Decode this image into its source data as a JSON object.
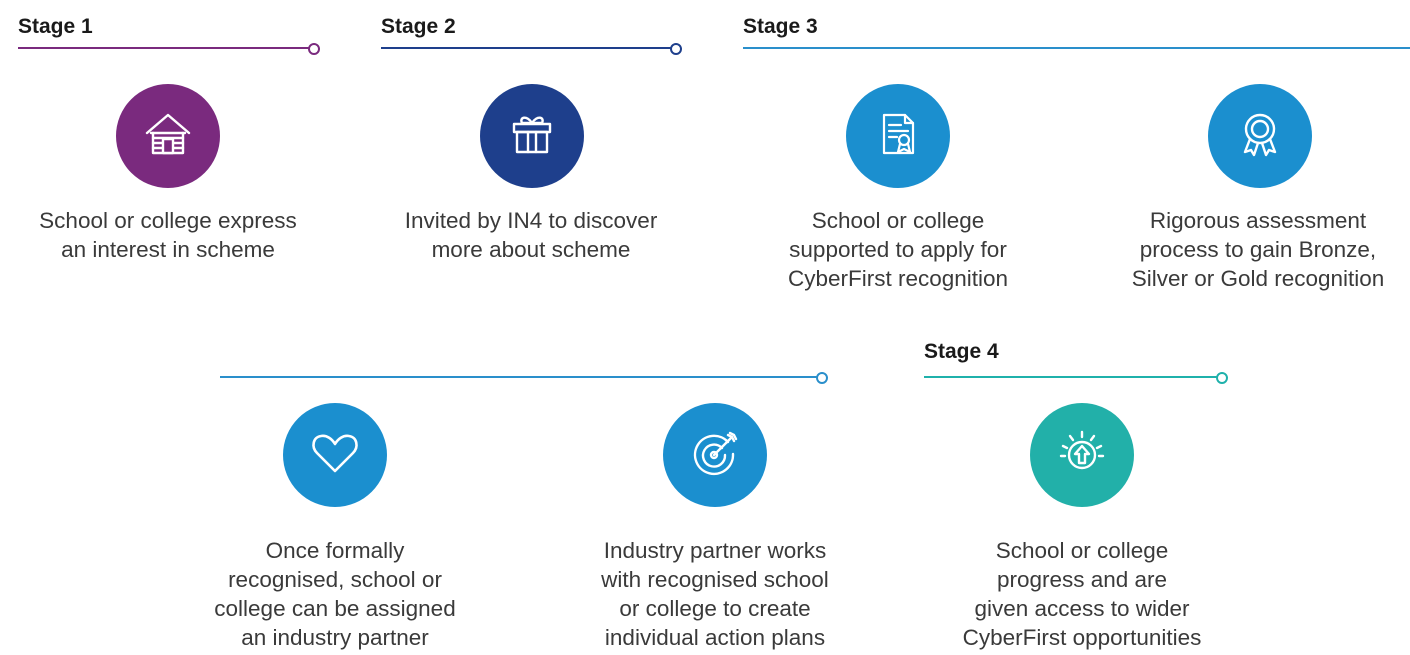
{
  "stages": {
    "stage1": {
      "label": "Stage 1",
      "color": "#7a2a7e"
    },
    "stage2": {
      "label": "Stage 2",
      "color": "#1e3f8c"
    },
    "stage3": {
      "label": "Stage 3",
      "color": "#2a8fcb"
    },
    "stage4": {
      "label": "Stage 4",
      "color": "#1fb1ab"
    }
  },
  "steps": [
    {
      "icon": "house-icon",
      "color": "#7a2a7e",
      "text": "School or college express\nan interest in scheme"
    },
    {
      "icon": "gift-icon",
      "color": "#1e3f8c",
      "text": "Invited by IN4 to discover\nmore about scheme"
    },
    {
      "icon": "certificate-icon",
      "color": "#1b8fcf",
      "text": "School or college\nsupported to apply for\nCyberFirst recognition"
    },
    {
      "icon": "award-ribbon-icon",
      "color": "#1b8fcf",
      "text": "Rigorous assessment\nprocess to gain Bronze,\nSilver or Gold recognition"
    },
    {
      "icon": "heart-icon",
      "color": "#1b8fcf",
      "text": "Once formally\nrecognised, school or\ncollege can be assigned\nan industry partner"
    },
    {
      "icon": "target-icon",
      "color": "#1b8fcf",
      "text": "Industry partner works\nwith recognised school\nor college to create\nindividual action plans"
    },
    {
      "icon": "upgrade-arrow-icon",
      "color": "#22b0a9",
      "text": "School or college\nprogress and are\ngiven access to wider\nCyberFirst opportunities"
    }
  ]
}
